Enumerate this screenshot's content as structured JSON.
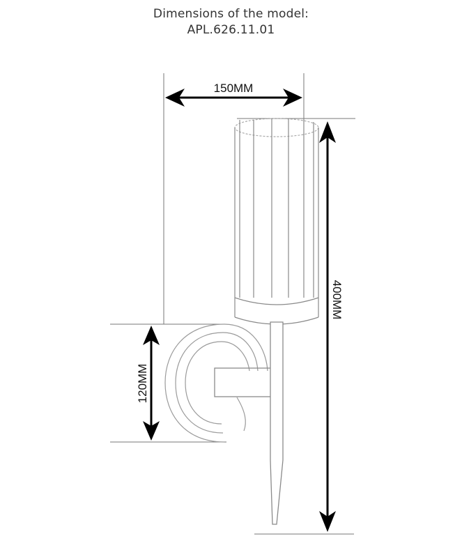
{
  "header": {
    "title": "Dimensions of the model:",
    "model_code": "APL.626.11.01"
  },
  "dimensions": {
    "width": "150MM",
    "height": "400MM",
    "backplate": "120MM"
  },
  "colors": {
    "dimension_line": "#000000",
    "drawing_line": "#8a8a8a",
    "text": "#333333"
  }
}
